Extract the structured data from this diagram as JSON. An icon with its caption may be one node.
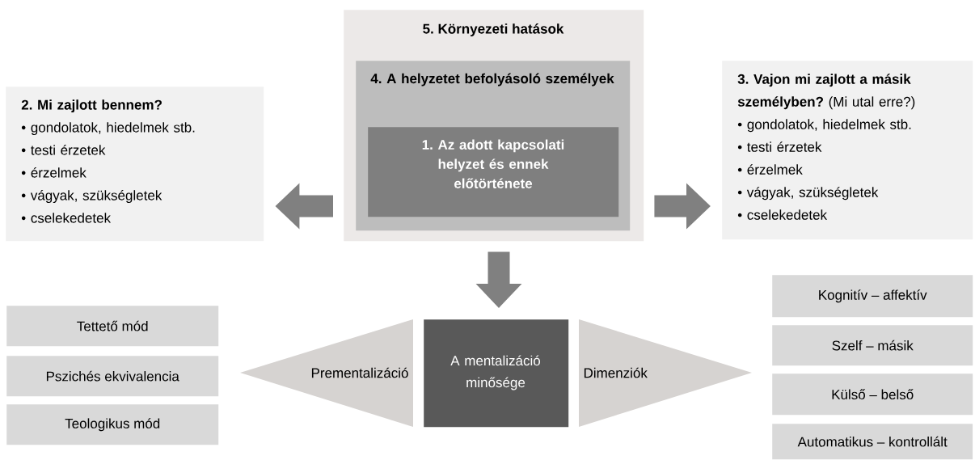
{
  "diagram": {
    "nodes": [
      {
        "text": [
          "5. Környezeti hatások"
        ]
      },
      {
        "text": [
          "4. A helyzetet befolyásoló személyek"
        ],
        "in": 0
      },
      {
        "text": [
          "1. Az adott kapcsolati helyzet és ennek előtörténete"
        ],
        "in": 1
      },
      {
        "text": [
          "2. Mi zajlott bennem?",
          "• gondolatok, hiedelmek stb.",
          "• testi érzetek",
          "• érzelmek",
          "• vágyak, szükségletek",
          "• cselekedetek"
        ]
      },
      {
        "text": [
          "**3. Vajon mi zajlott a másik személyben?** (Mi utal erre?)",
          "• gondolatok, hiedelmek stb.",
          "• testi érzetek",
          "• érzelmek",
          "• vágyak, szükségletek",
          "• cselekedetek"
        ]
      },
      {
        "text": [
          "A mentalizáció minősége"
        ]
      },
      {
        "text": [
          "Prementalizáció"
        ]
      },
      {
        "text": [
          "Dimenziók"
        ]
      },
      {
        "text": [
          "Tettető mód"
        ]
      },
      {
        "text": [
          "Pszichés ekvivalencia"
        ]
      },
      {
        "text": [
          "Teologikus mód"
        ]
      },
      {
        "text": [
          "Kognitív – affektív"
        ]
      },
      {
        "text": [
          "Szelf – másik"
        ]
      },
      {
        "text": [
          "Külső – belső"
        ]
      },
      {
        "text": [
          "Automatikus – kontrollált"
        ]
      }
    ],
    "edges": [
      {
        "from": 0,
        "to": 3,
        "arrow": "to"
      },
      {
        "from": 0,
        "to": 4,
        "arrow": "to"
      },
      {
        "from": 0,
        "to": 5,
        "arrow": "to"
      }
    ]
  }
}
